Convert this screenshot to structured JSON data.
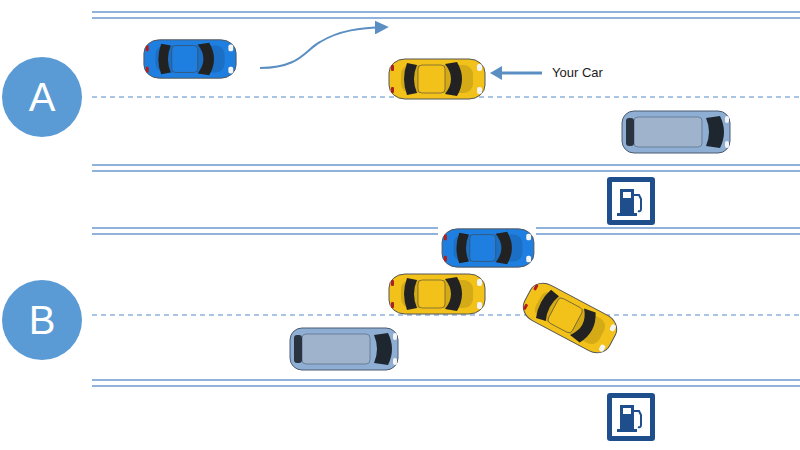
{
  "diagram": {
    "nodes": [
      {
        "text": [
          "A"
        ]
      },
      {
        "text": [
          "B"
        ]
      }
    ],
    "labels": [
      "Your Car"
    ]
  }
}
